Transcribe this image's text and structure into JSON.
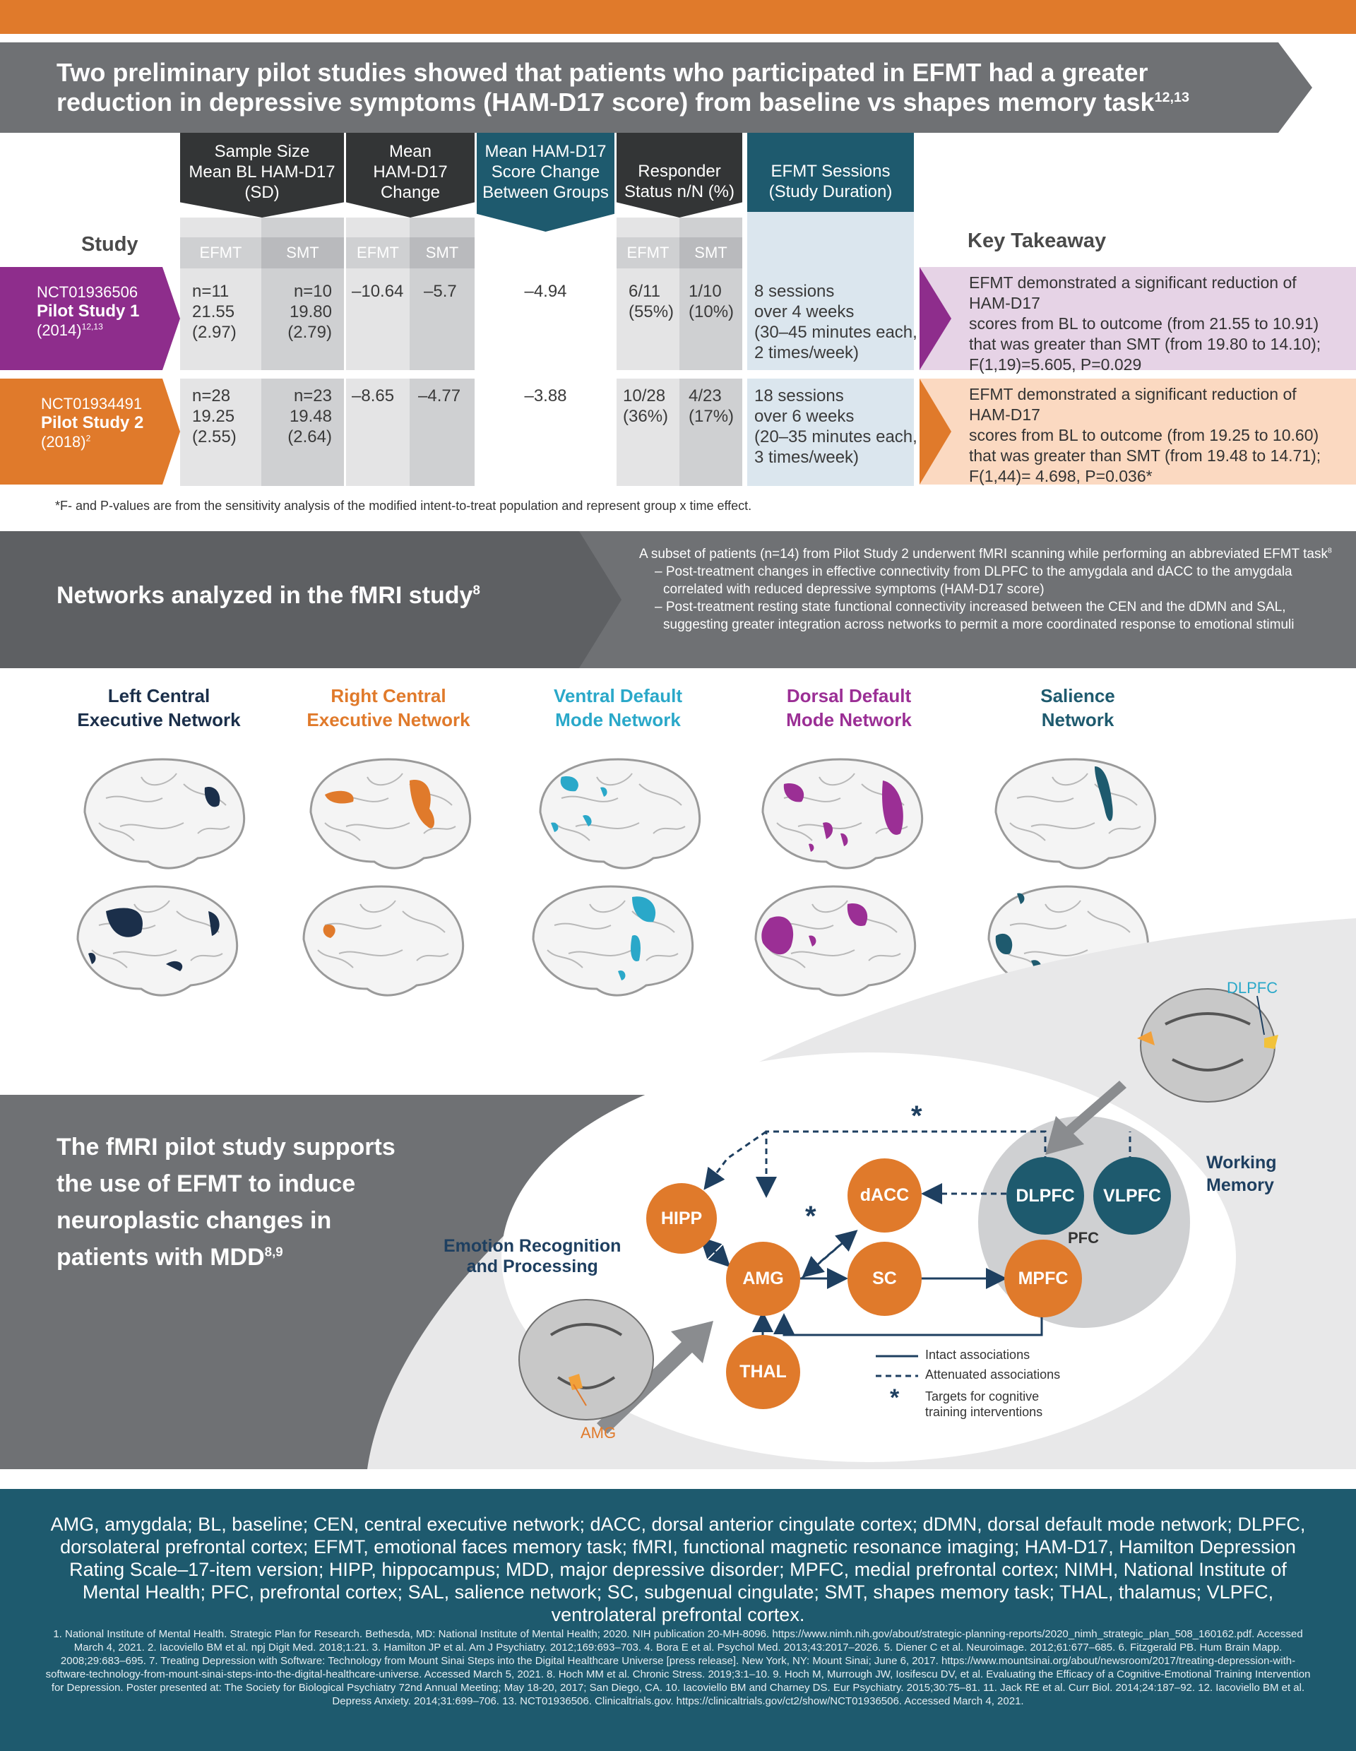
{
  "banner1": {
    "title_line1": "Two preliminary pilot studies showed that patients who participated in EFMT had a greater",
    "title_line2": "reduction in depressive symptoms (HAM-D17 score) from baseline vs shapes memory task",
    "title_sup": "12,13"
  },
  "table": {
    "study_label": "Study",
    "key_takeaway_label": "Key Takeaway",
    "columns": {
      "sample_size": [
        "Sample Size",
        "Mean BL HAM-D17",
        "(SD)"
      ],
      "mean_change": [
        "Mean",
        "HAM-D17",
        "Change"
      ],
      "between_groups": [
        "Mean HAM-D17",
        "Score Change",
        "Between Groups"
      ],
      "responder": [
        "Responder",
        "Status n/N (%)"
      ],
      "sessions": [
        "EFMT Sessions",
        "(Study Duration)"
      ]
    },
    "sub": {
      "efmt": "EFMT",
      "smt": "SMT"
    },
    "studies": [
      {
        "id": "NCT01936506",
        "name": "Pilot Study 1",
        "year": "(2014)",
        "year_sup": "12,13",
        "efmt_n": [
          "n=11",
          "21.55",
          "(2.97)"
        ],
        "smt_n": [
          "n=10",
          "19.80",
          "(2.79)"
        ],
        "efmt_change": "–10.64",
        "smt_change": "–5.7",
        "between": "–4.94",
        "efmt_resp": [
          "6/11",
          "(55%)"
        ],
        "smt_resp": [
          "1/10",
          "(10%)"
        ],
        "sessions": [
          "8 sessions",
          "over 4 weeks",
          "(30–45 minutes each,",
          "2 times/week)"
        ],
        "takeaway": [
          "EFMT demonstrated a significant reduction of HAM-D17",
          "scores from BL to outcome (from 21.55 to 10.91)",
          "that was greater than SMT (from 19.80 to 14.10);",
          "F(1,19)=5.605, P=0.029"
        ]
      },
      {
        "id": "NCT01934491",
        "name": "Pilot Study 2",
        "year": "(2018)",
        "year_sup": "2",
        "efmt_n": [
          "n=28",
          "19.25",
          "(2.55)"
        ],
        "smt_n": [
          "n=23",
          "19.48",
          "(2.64)"
        ],
        "efmt_change": "–8.65",
        "smt_change": "–4.77",
        "between": "–3.88",
        "efmt_resp": [
          "10/28",
          "(36%)"
        ],
        "smt_resp": [
          "4/23",
          "(17%)"
        ],
        "sessions": [
          "18 sessions",
          "over 6 weeks",
          "(20–35 minutes each,",
          "3 times/week)"
        ],
        "takeaway": [
          "EFMT demonstrated a significant reduction of HAM-D17",
          "scores from BL to outcome (from 19.25 to 10.60)",
          "that was greater than SMT (from 19.48 to 14.71);",
          "F(1,44)= 4.698, P=0.036*"
        ]
      }
    ],
    "footnote": "*F- and P-values are from the sensitivity analysis of the modified intent-to-treat population and represent group x time effect."
  },
  "banner2": {
    "title": "Networks analyzed in the fMRI study",
    "title_sup": "8",
    "intro": "A subset of patients (n=14) from Pilot Study 2 underwent fMRI scanning while performing an abbreviated EFMT task",
    "intro_sup": "8",
    "bullet1": "– Post-treatment changes in effective connectivity from DLPFC to the amygdala and dACC to the amygdala correlated with reduced depressive symptoms (HAM-D17 score)",
    "bullet2": "– Post-treatment resting state functional connectivity increased between the CEN and the dDMN and SAL, suggesting greater integration across networks to permit a more coordinated response to emotional stimuli"
  },
  "networks": [
    {
      "line1": "Left Central",
      "line2": "Executive Network",
      "color": "#1b2f4a"
    },
    {
      "line1": "Right Central",
      "line2": "Executive Network",
      "color": "#e07a2b"
    },
    {
      "line1": "Ventral Default",
      "line2": "Mode Network",
      "color": "#2aa8c9"
    },
    {
      "line1": "Dorsal Default",
      "line2": "Mode Network",
      "color": "#9b2f95"
    },
    {
      "line1": "Salience",
      "line2": "Network",
      "color": "#1e5a6e"
    }
  ],
  "lower": {
    "title_lines": [
      "The fMRI pilot study supports",
      "the use of EFMT to induce",
      "neuroplastic changes in",
      "patients with MDD"
    ],
    "title_sup": "8,9",
    "emotion_label": [
      "Emotion Recognition",
      "and Processing"
    ],
    "working_memory_label": [
      "Working",
      "Memory"
    ],
    "dlpfc_label": "DLPFC",
    "amg_label": "AMG",
    "pfc_label": "PFC",
    "asterisk": "*",
    "nodes": {
      "hipp": "HIPP",
      "dacc": "dACC",
      "dlpfc": "DLPFC",
      "vlpfc": "VLPFC",
      "amg": "AMG",
      "sc": "SC",
      "mpfc": "MPFC",
      "thal": "THAL"
    },
    "legend": {
      "intact": "Intact associations",
      "attenuated": "Attenuated associations",
      "targets": [
        "Targets for cognitive",
        "training interventions"
      ]
    }
  },
  "footer": {
    "abbreviations": "AMG, amygdala; BL, baseline; CEN, central executive network; dACC, dorsal anterior cingulate cortex; dDMN, dorsal default mode network; DLPFC, dorsolateral prefrontal cortex; EFMT, emotional faces memory task; fMRI, functional magnetic resonance imaging; HAM-D17, Hamilton Depression Rating Scale–17-item version; HIPP, hippocampus; MDD, major depressive disorder; MPFC, medial prefrontal cortex; NIMH, National Institute of Mental Health; PFC, prefrontal cortex; SAL, salience network; SC, subgenual cingulate; SMT, shapes memory task; THAL, thalamus; VLPFC, ventrolateral prefrontal cortex.",
    "references": "1. National Institute of Mental Health. Strategic Plan for Research. Bethesda, MD: National Institute of Mental Health; 2020. NIH publication 20-MH-8096. https://www.nimh.nih.gov/about/strategic-planning-reports/2020_nimh_strategic_plan_508_160162.pdf. Accessed March 4, 2021. 2. Iacoviello BM et al. npj Digit Med. 2018;1:21. 3. Hamilton JP et al. Am J Psychiatry. 2012;169:693–703. 4. Bora E et al. Psychol Med. 2013;43:2017–2026. 5. Diener C et al. Neuroimage. 2012;61:677–685. 6. Fitzgerald PB. Hum Brain Mapp. 2008;29:683–695. 7. Treating Depression with Software: Technology from Mount Sinai Steps into the Digital Healthcare Universe [press release]. New York, NY: Mount Sinai; June 6, 2017. https://www.mountsinai.org/about/newsroom/2017/treating-depression-with-software-technology-from-mount-sinai-steps-into-the-digital-healthcare-universe. Accessed March 5, 2021. 8. Hoch MM et al. Chronic Stress. 2019;3:1–10. 9. Hoch M, Murrough JW, Iosifescu DV, et al. Evaluating the Efficacy of a Cognitive-Emotional Training Intervention for Depression. Poster presented at: The Society for Biological Psychiatry 72nd Annual Meeting; May 18-20, 2017; San Diego, CA. 10. Iacoviello BM and Charney DS. Eur Psychiatry. 2015;30:75–81. 11. Jack RE et al. Curr Biol. 2014;24:187–92. 12. Iacoviello BM et al. Depress Anxiety. 2014;31:699–706. 13. NCT01936506. Clinicaltrials.gov. https://clinicaltrials.gov/ct2/show/NCT01936506. Accessed March 4, 2021."
  }
}
